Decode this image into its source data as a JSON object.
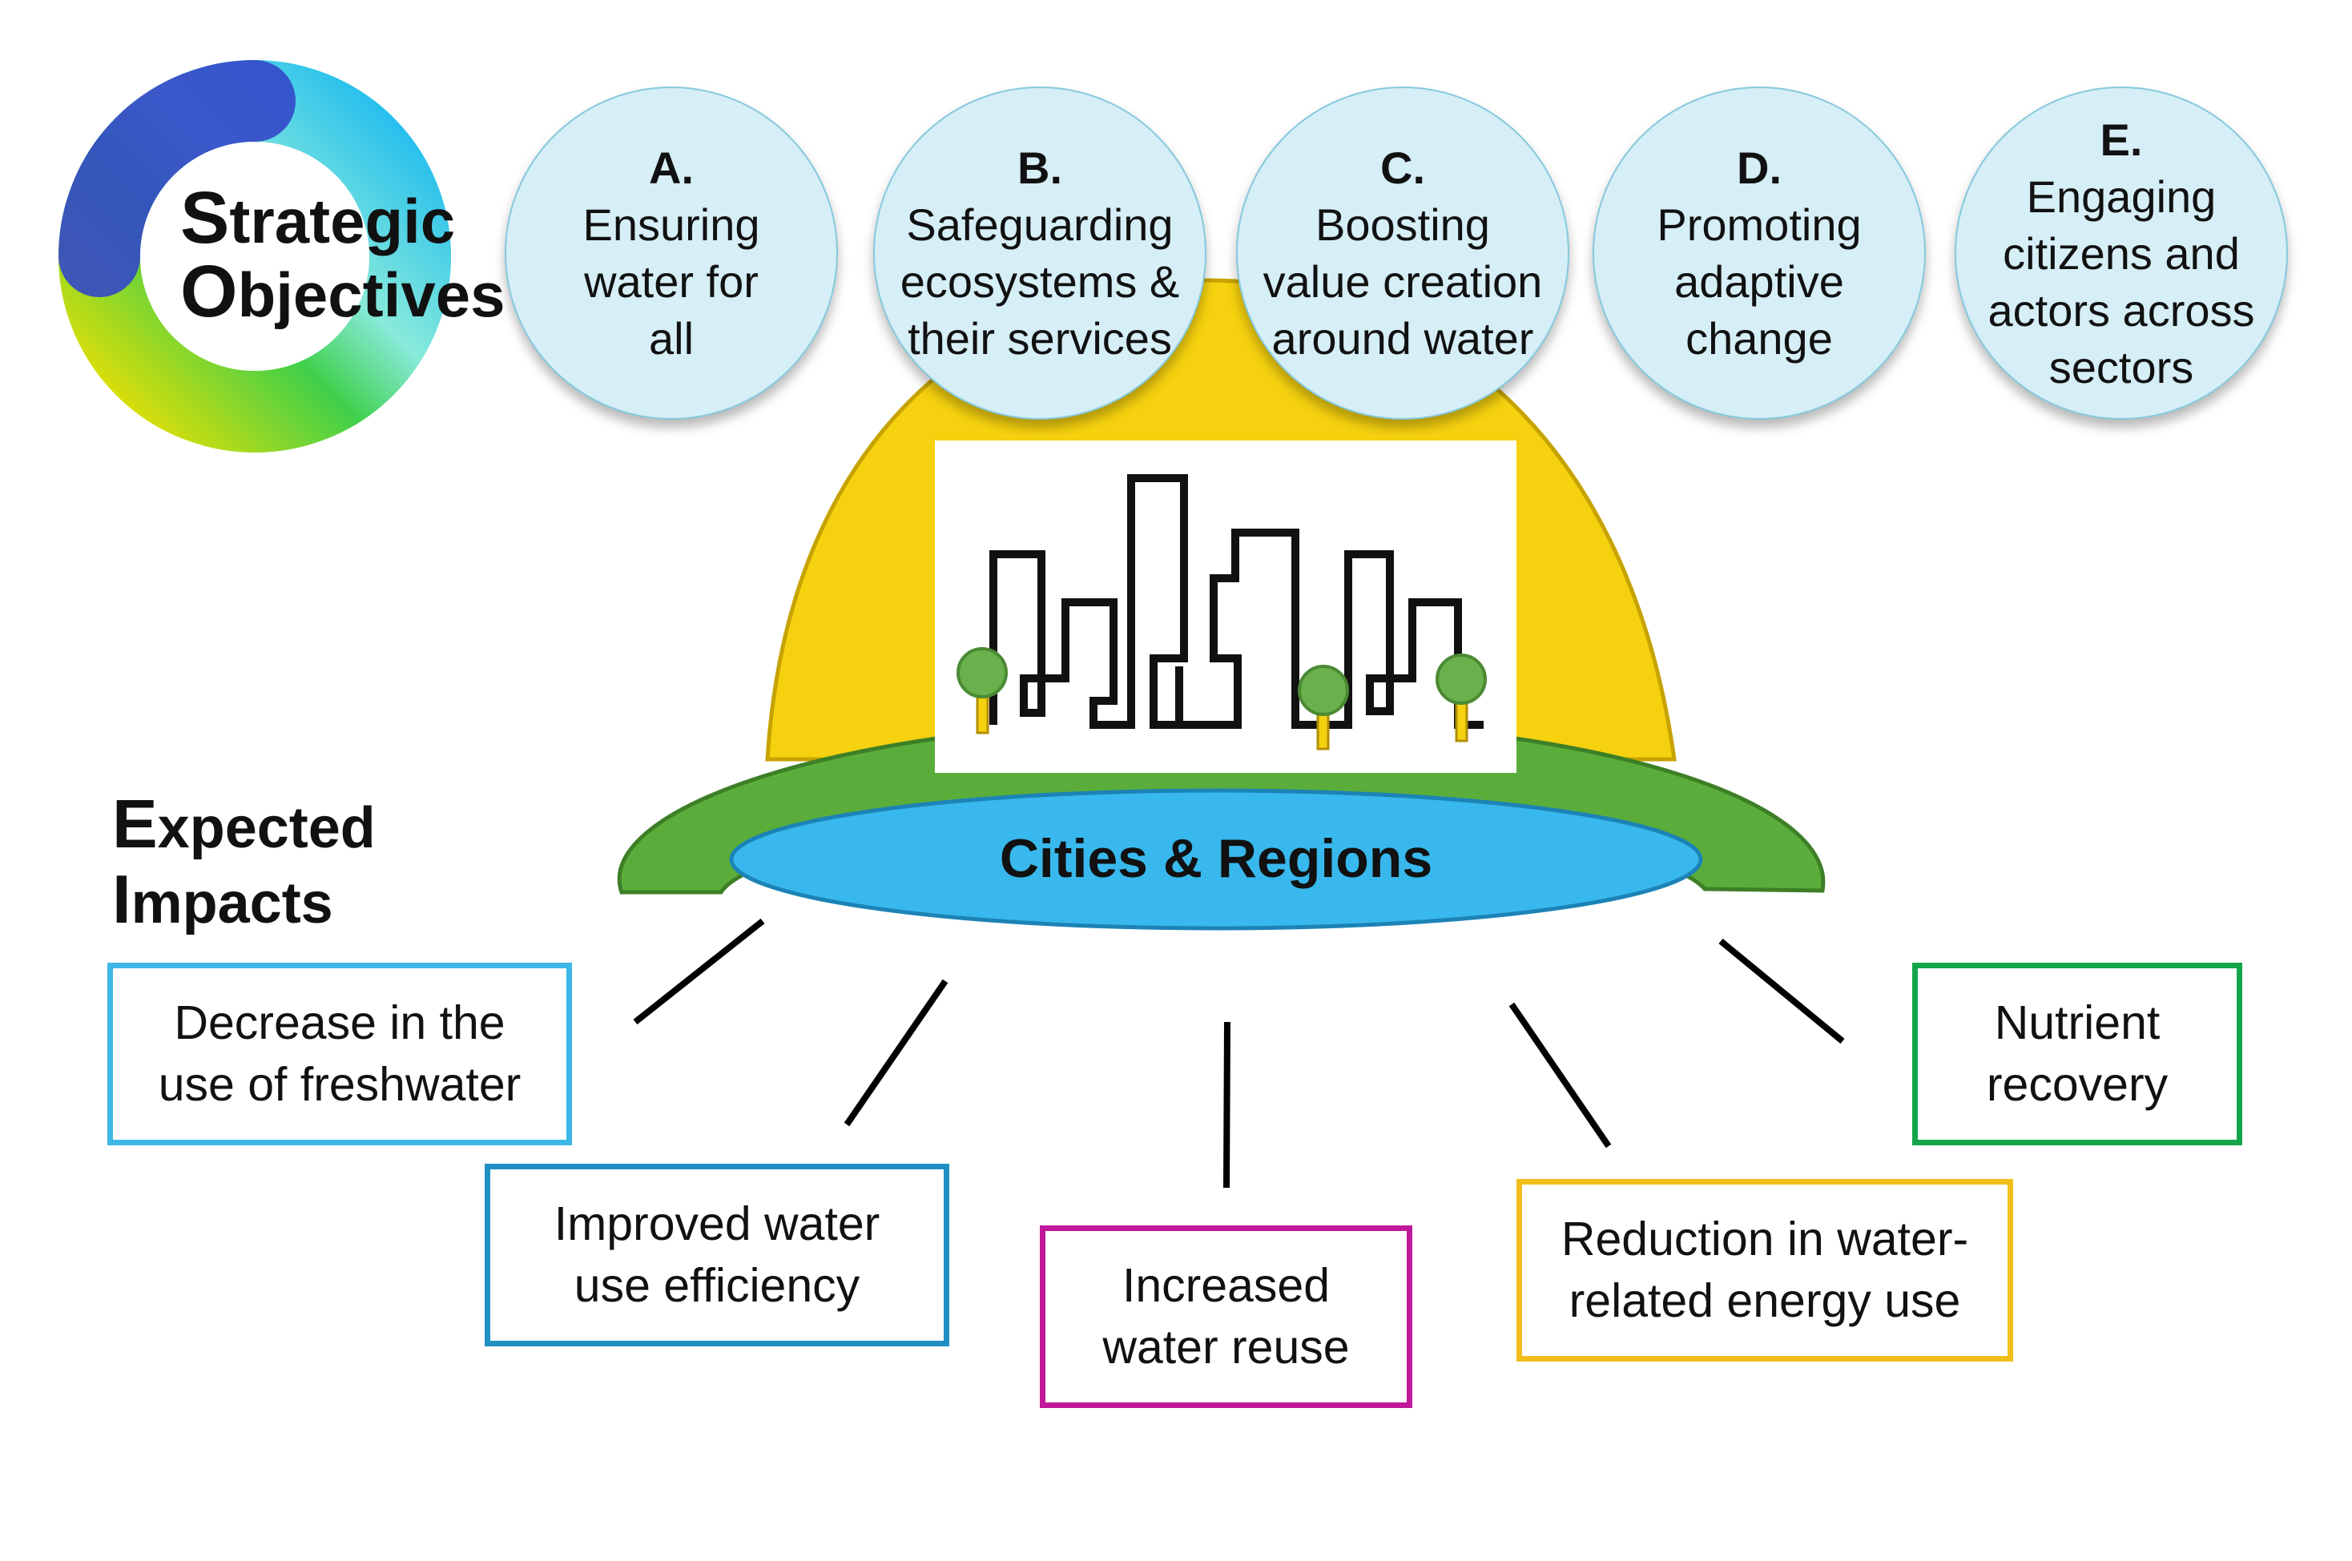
{
  "strategic_objectives": {
    "title_line1": "Strategic",
    "title_line2": "Objectives",
    "items": [
      {
        "letter": "A.",
        "text": "Ensuring\nwater for\nall"
      },
      {
        "letter": "B.",
        "text": "Safeguarding\necosystems &\ntheir services"
      },
      {
        "letter": "C.",
        "text": "Boosting\nvalue creation\naround water"
      },
      {
        "letter": "D.",
        "text": "Promoting\nadaptive\nchange"
      },
      {
        "letter": "E.",
        "text": "Engaging\ncitizens and\nactors across\nsectors"
      }
    ]
  },
  "center": {
    "label": "Cities & Regions"
  },
  "expected_impacts": {
    "title_line1": "Expected",
    "title_line2": "Impacts",
    "items": [
      {
        "text": "Decrease in the\nuse of freshwater",
        "color": "#3db8e6"
      },
      {
        "text": "Improved water\nuse efficiency",
        "color": "#1f8fc4"
      },
      {
        "text": "Increased\nwater reuse",
        "color": "#c0189a"
      },
      {
        "text": "Reduction in water-\nrelated energy use",
        "color": "#f2be1a"
      },
      {
        "text": "Nutrient\nrecovery",
        "color": "#14a54a"
      }
    ]
  },
  "colors": {
    "helmet_dome": "#f5d10f",
    "helmet_brim": "#5aad3a",
    "base_ellipse": "#38b8ec",
    "objective_circle": "#d6eef6",
    "tree_green": "#6ab04c",
    "tree_trunk": "#f5d10f"
  },
  "icons": [
    "ring-logo-icon",
    "city-skyline-icon",
    "tree-icon"
  ]
}
